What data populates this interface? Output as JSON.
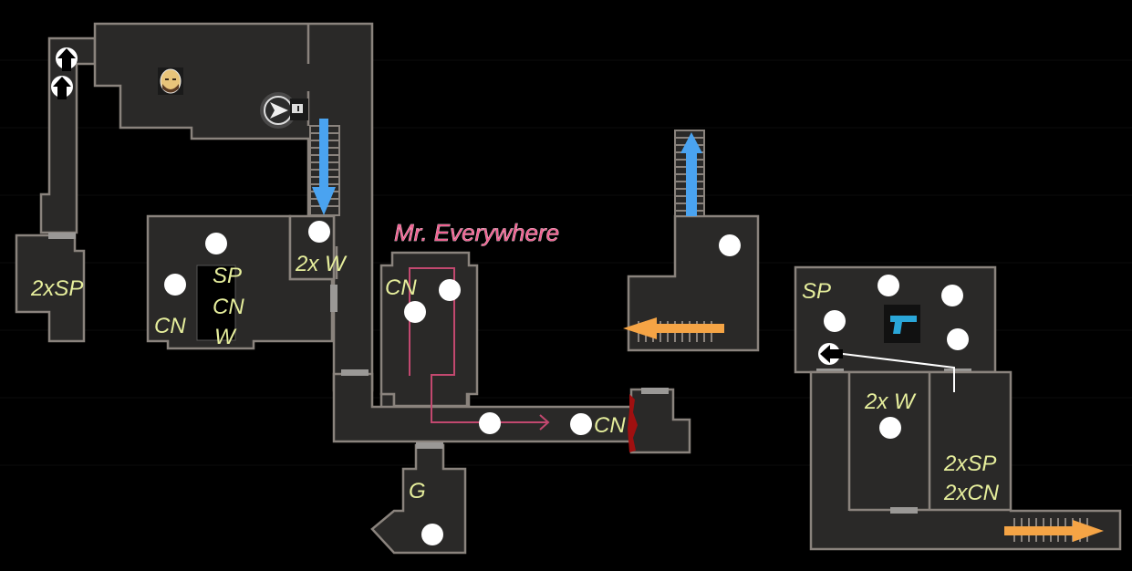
{
  "map": {
    "background": "#000000",
    "room_fill": "#2a2928",
    "wall_color": "#8a837d",
    "door_color": "#9a9896",
    "label_color": "#e6ee9c",
    "enemy_color": "#f06292",
    "stair_blue": "#4aa3f0",
    "stair_orange": "#f5a445"
  },
  "labels": {
    "left_room": "2xSP",
    "center_left_a": "SP",
    "center_left_b": "CN",
    "center_left_c": "W",
    "center_left_cn": "CN",
    "stair_room": "2x W",
    "center_room": "CN",
    "corridor_end": "CN",
    "bottom_room": "G",
    "right_room": "SP",
    "right_mid": "2x W",
    "right_lower_a": "2xSP",
    "right_lower_b": "2xCN",
    "enemy_name": "Mr. Everywhere"
  },
  "markers": {
    "npc_portrait": "bald-man-portrait-icon",
    "player_start": "player-arrow-icon",
    "weapon": "pistol-icon",
    "exit_markers": [
      "up-arrow-exit-icon",
      "up-arrow-exit-icon"
    ]
  }
}
